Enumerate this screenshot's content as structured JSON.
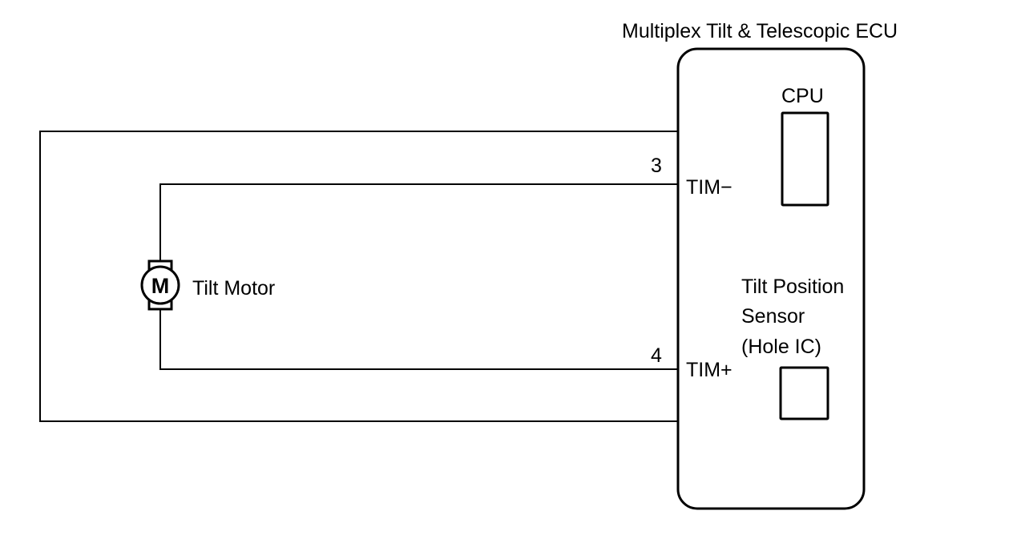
{
  "ecu": {
    "title": "Multiplex Tilt & Telescopic ECU",
    "cpu_label": "CPU",
    "sensor_label_lines": [
      "Tilt Position",
      "Sensor",
      "(Hole IC)"
    ]
  },
  "motor": {
    "symbol": "M",
    "label": "Tilt Motor"
  },
  "terminals": [
    {
      "pin": "3",
      "name": "TIM−"
    },
    {
      "pin": "4",
      "name": "TIM+"
    }
  ]
}
